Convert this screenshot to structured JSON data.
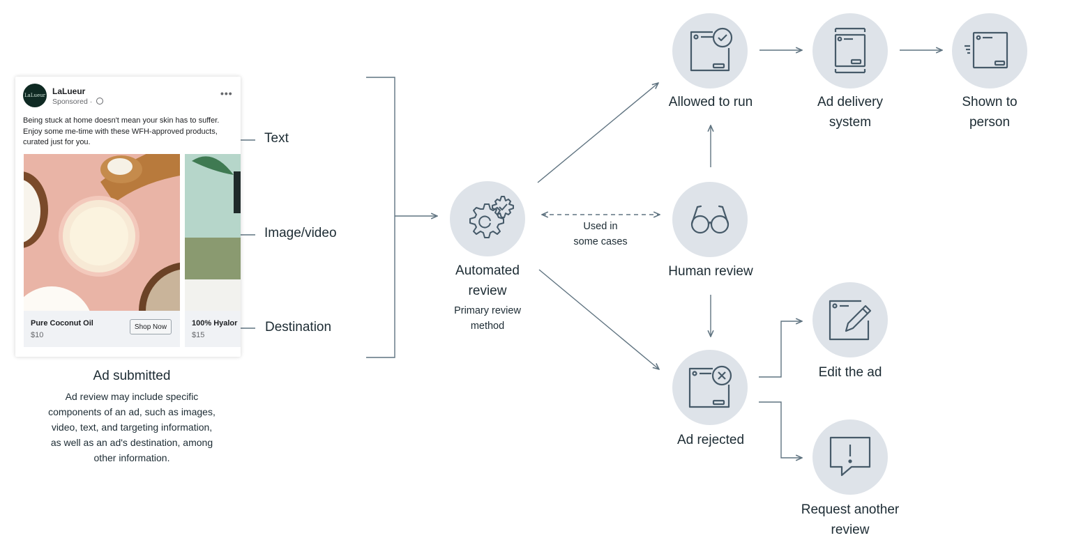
{
  "ad": {
    "logo_text": "LaLueur",
    "brand": "LaLueur",
    "sponsored": "Sponsored ·  ",
    "more": "•••",
    "body": "Being stuck at home doesn't mean your skin has to suffer. Enjoy some me-time with these WFH-approved products, curated just for you.",
    "products": [
      {
        "name": "Pure Coconut Oil",
        "price": "$10",
        "button": "Shop Now"
      },
      {
        "name": "100% Hyalor",
        "price": "$15"
      }
    ]
  },
  "callouts": {
    "text": "Text",
    "image": "Image/video",
    "destination": "Destination"
  },
  "submitted": {
    "title": "Ad submitted",
    "description_lines": [
      "Ad review may include specific",
      "components of an ad, such as images,",
      "video, text, and targeting information,",
      "as well as an ad's destination, among",
      "other information."
    ]
  },
  "nodes": {
    "automated": {
      "title_lines": [
        "Automated",
        "review"
      ],
      "sub_lines": [
        "Primary review",
        "method"
      ],
      "icon": "gears-icon"
    },
    "human": {
      "title": "Human review",
      "icon": "glasses-icon"
    },
    "allowed": {
      "title": "Allowed to run",
      "icon": "window-check-icon"
    },
    "delivery": {
      "title_lines": [
        "Ad delivery",
        "system"
      ],
      "icon": "server-icon"
    },
    "shown": {
      "title_lines": [
        "Shown to",
        "person"
      ],
      "icon": "window-motion-icon"
    },
    "rejected": {
      "title": "Ad rejected",
      "icon": "window-x-icon"
    },
    "edit": {
      "title": "Edit the ad",
      "icon": "edit-icon"
    },
    "request": {
      "title_lines": [
        "Request another",
        "review"
      ],
      "icon": "speech-exclamation-icon"
    }
  },
  "used_in": {
    "lines": [
      "Used in",
      "some cases"
    ]
  },
  "colors": {
    "circle": "#dee3e9",
    "icon": "#465a69",
    "line": "#5f7380",
    "text": "#1c2b33"
  }
}
